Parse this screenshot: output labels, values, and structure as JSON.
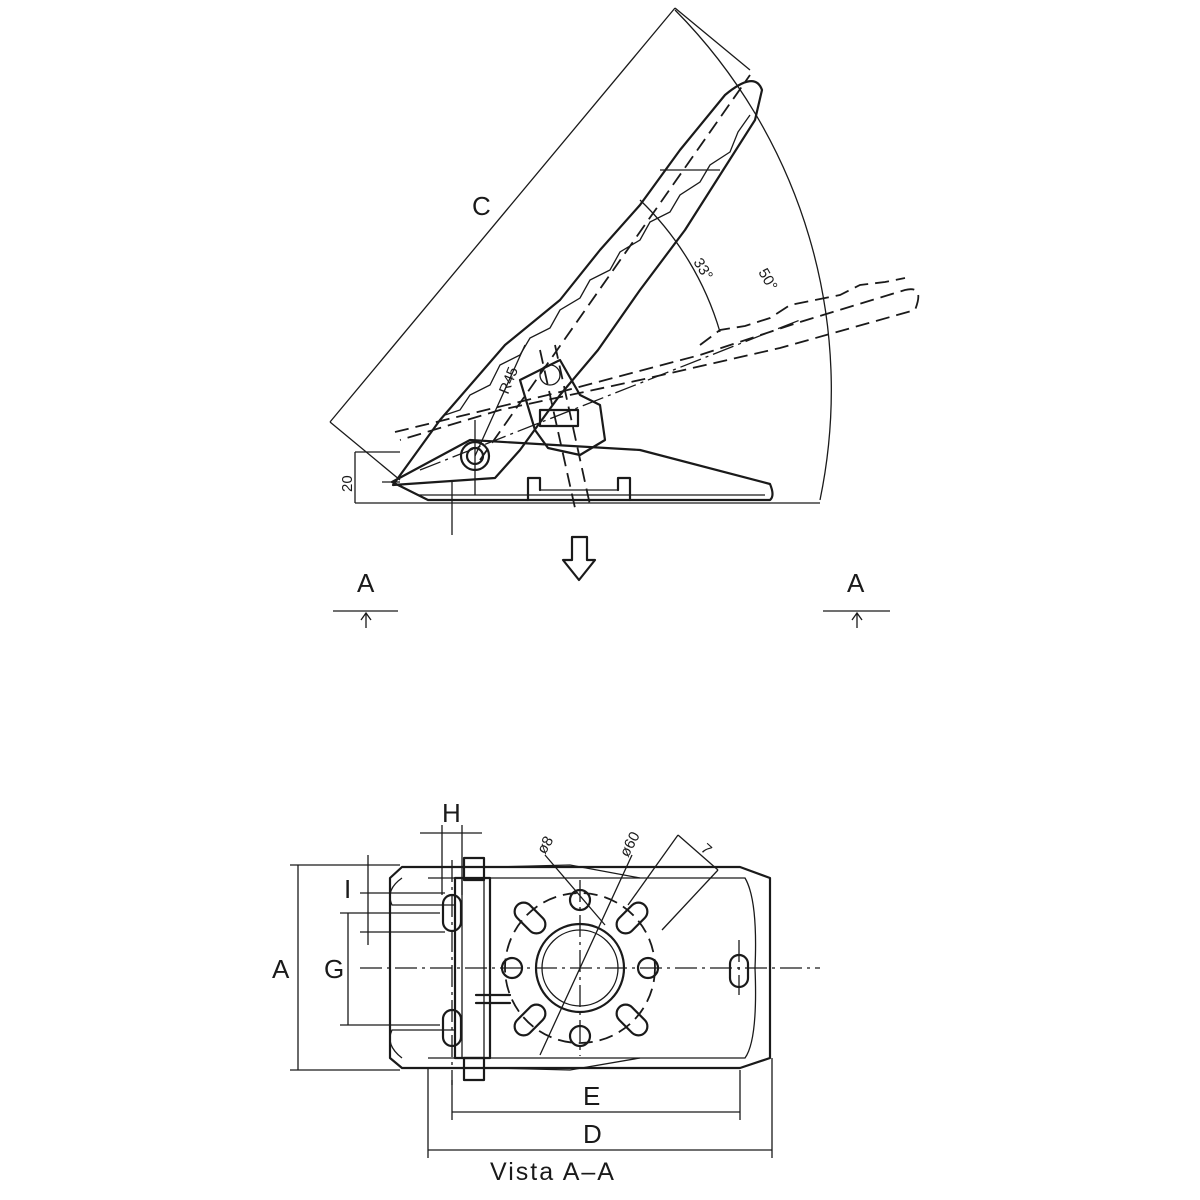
{
  "labels": {
    "c": "C",
    "r45": "R45",
    "angle33": "33°",
    "angle50": "50°",
    "dim20": "20",
    "section_left": "A",
    "section_right": "A",
    "h": "H",
    "i": "I",
    "a": "A",
    "g": "G",
    "phi8": "ø8",
    "phi60": "ø60",
    "seven": "7",
    "e": "E",
    "d": "D",
    "vista": "Vista  A–A"
  }
}
